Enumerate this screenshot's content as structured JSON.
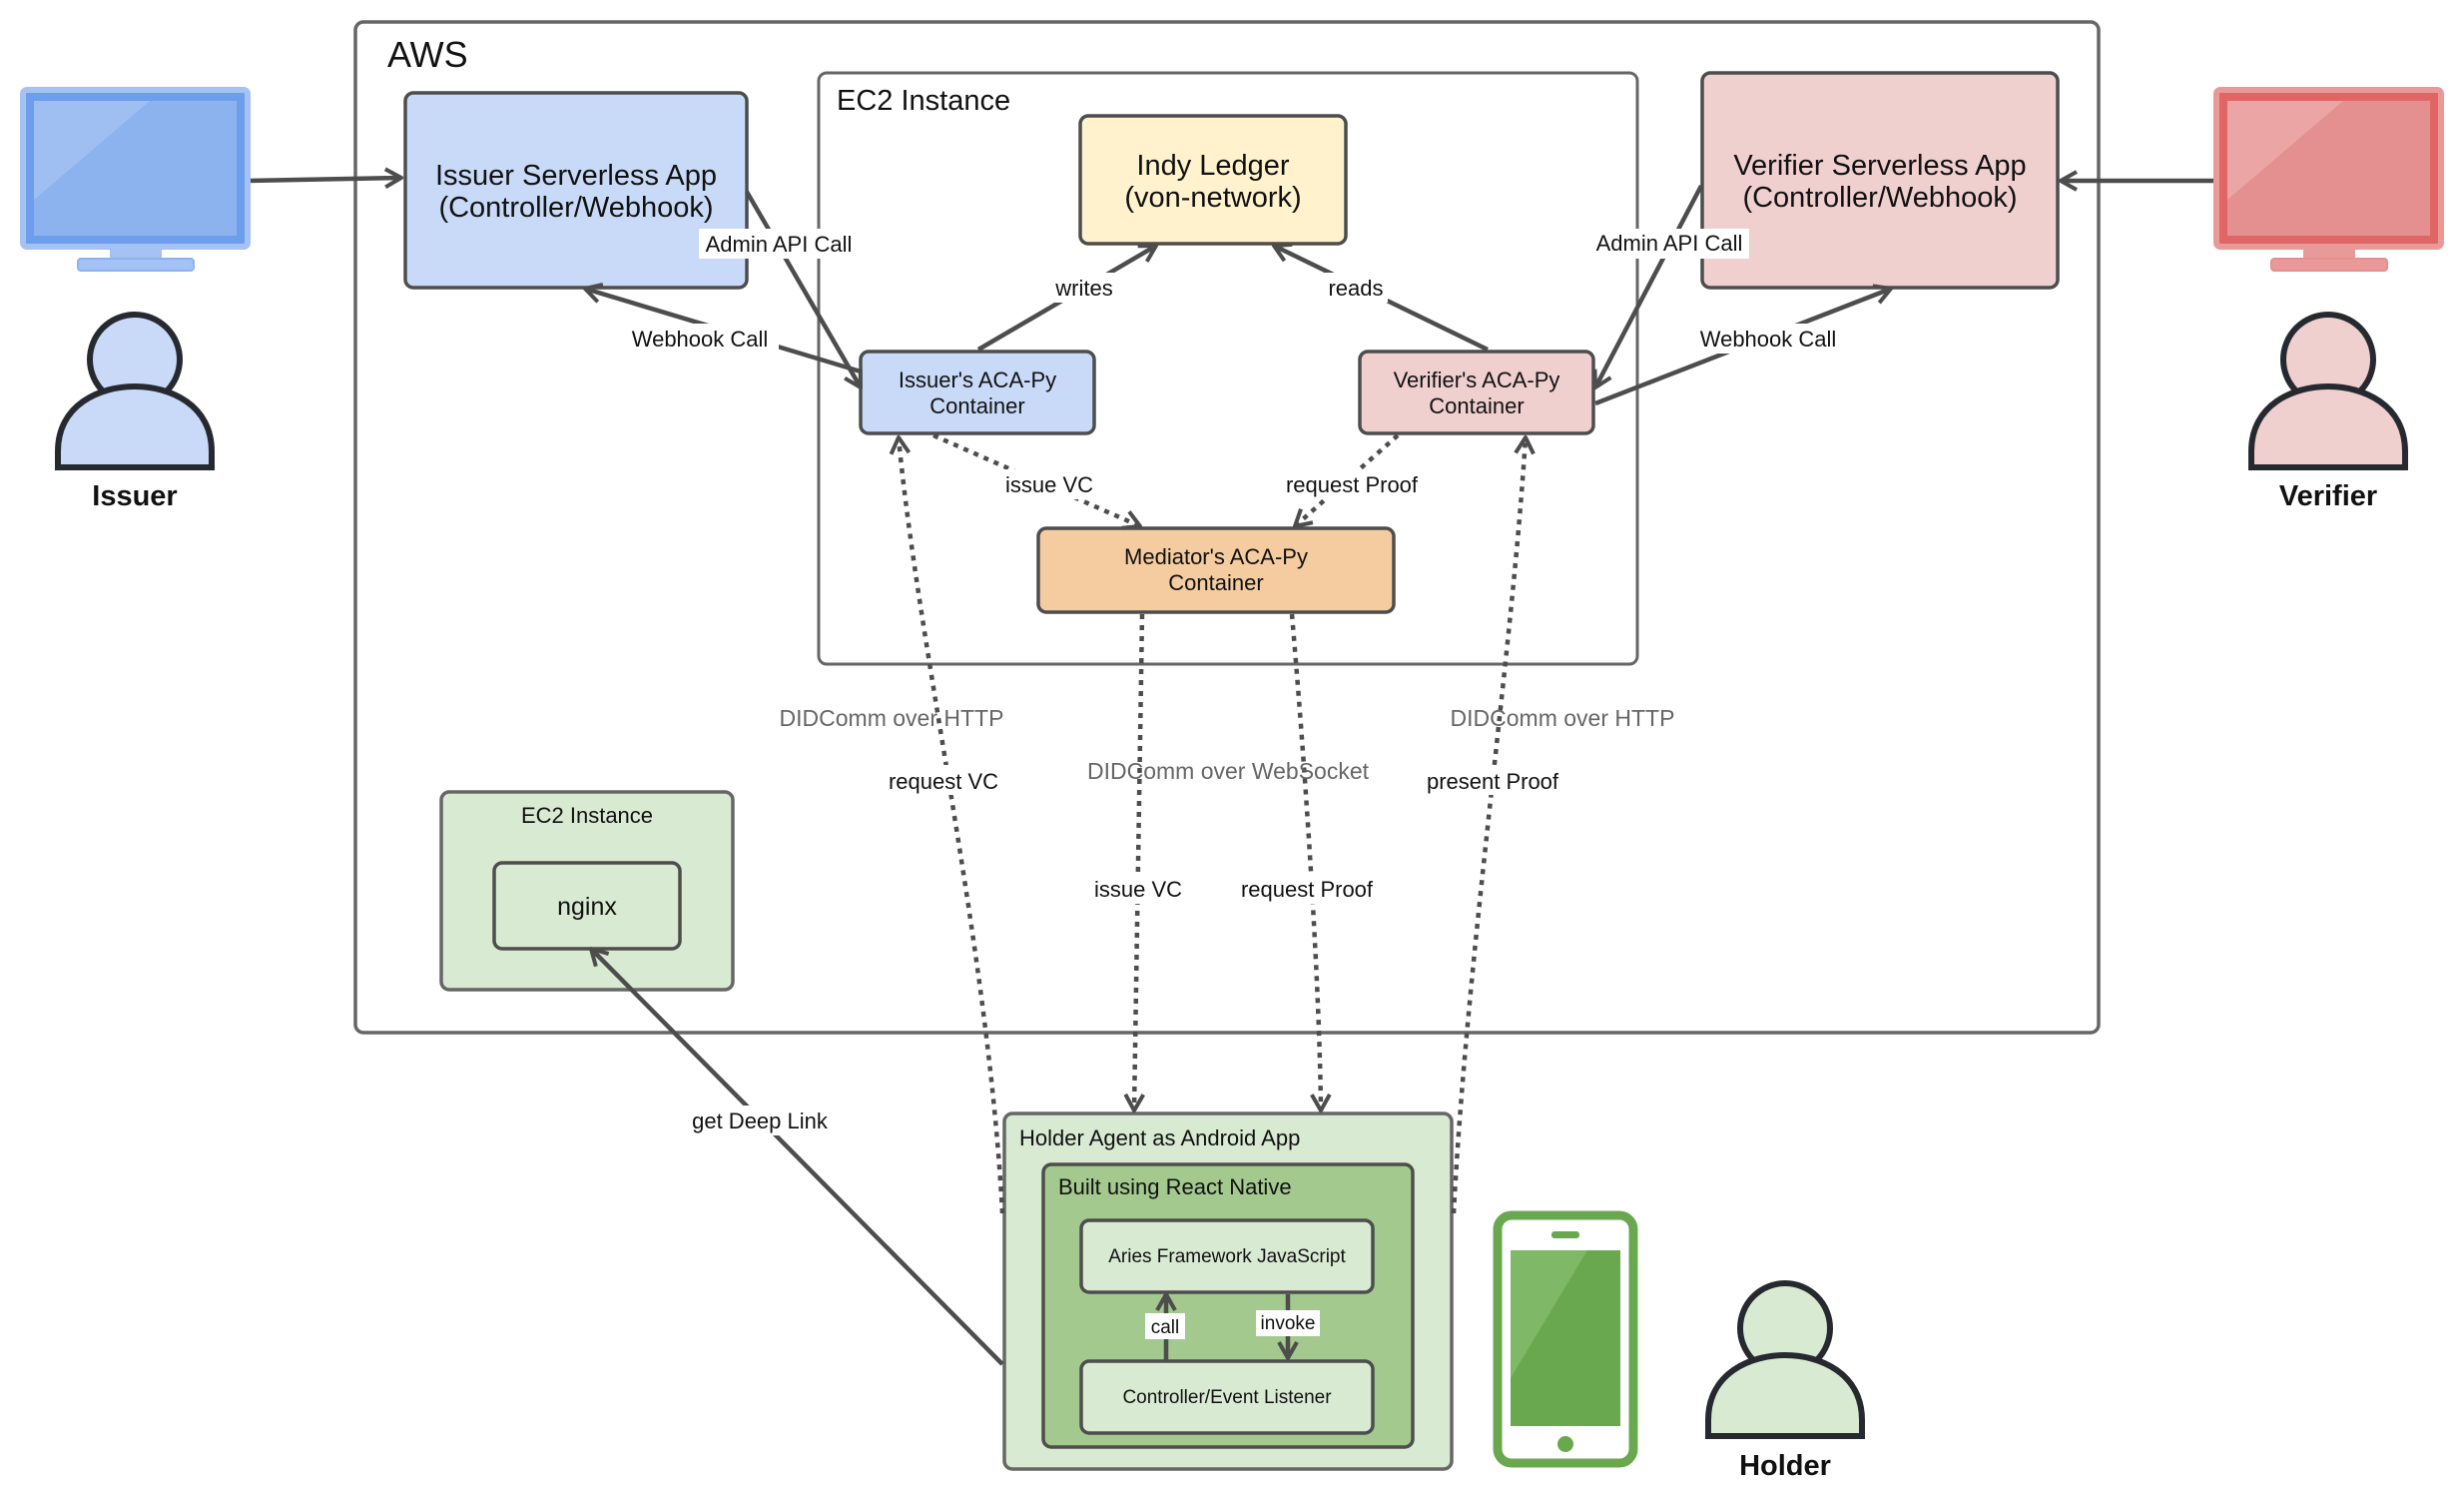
{
  "colors": {
    "stroke": "#4d4d4d",
    "blue_fill": "#c9daf8",
    "blue_icon": "#6d9eeb",
    "red_fill": "#f0cfcf",
    "red_icon": "#e06666",
    "yellow_fill": "#fff2cc",
    "orange_fill": "#f4cca0",
    "green_light": "#d9ead3",
    "green_mid": "#a3c98f",
    "green_dark": "#6aa84f",
    "white": "#ffffff"
  },
  "aws": {
    "title": "AWS"
  },
  "ec2_main": {
    "title": "EC2 Instance"
  },
  "issuer_app": {
    "line1": "Issuer Serverless App",
    "line2": "(Controller/Webhook)"
  },
  "verifier_app": {
    "line1": "Verifier Serverless App",
    "line2": "(Controller/Webhook)"
  },
  "indy": {
    "line1": "Indy Ledger",
    "line2": "(von-network)"
  },
  "issuer_acapy": {
    "line1": "Issuer's ACA-Py",
    "line2": "Container"
  },
  "verifier_acapy": {
    "line1": "Verifier's ACA-Py",
    "line2": "Container"
  },
  "mediator": {
    "line1": "Mediator's ACA-Py",
    "line2": "Container"
  },
  "ec2_nginx": {
    "title": "EC2 Instance",
    "nginx": "nginx"
  },
  "holder": {
    "outer": "Holder Agent as Android App",
    "inner": "Built using React Native",
    "afj": "Aries Framework JavaScript",
    "controller": "Controller/Event Listener"
  },
  "actors": {
    "issuer": "Issuer",
    "verifier": "Verifier",
    "holder": "Holder"
  },
  "icons": {
    "issuer_monitor": "monitor-icon",
    "verifier_monitor": "monitor-icon",
    "issuer_person": "person-icon",
    "verifier_person": "person-icon",
    "holder_person": "person-icon",
    "holder_phone": "smartphone-icon"
  },
  "edges": {
    "issuer_admin": "Admin API Call",
    "issuer_webhook": "Webhook Call",
    "verifier_admin": "Admin API Call",
    "verifier_webhook": "Webhook Call",
    "writes": "writes",
    "reads": "reads",
    "issue_vc": "issue VC",
    "request_proof": "request Proof",
    "didcomm_http_left": "DIDComm over HTTP",
    "didcomm_http_right": "DIDComm over HTTP",
    "request_vc": "request VC",
    "present_proof": "present Proof",
    "didcomm_ws": "DIDComm over WebSocket",
    "issue_vc_down": "issue VC",
    "request_proof_down": "request Proof",
    "get_deep_link": "get Deep Link",
    "call": "call",
    "invoke": "invoke"
  }
}
